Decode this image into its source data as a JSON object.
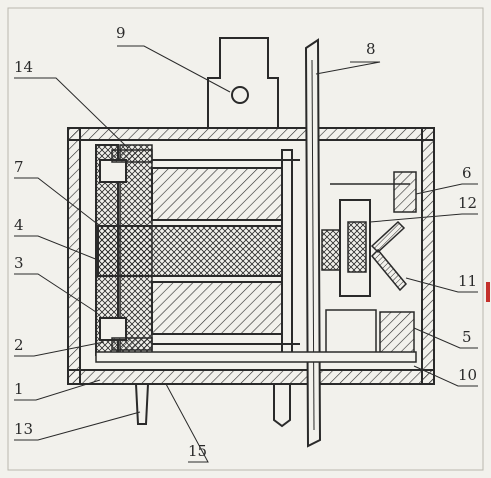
{
  "diagram": {
    "callouts": [
      {
        "id": "c1",
        "text": "1"
      },
      {
        "id": "c2",
        "text": "2"
      },
      {
        "id": "c3",
        "text": "3"
      },
      {
        "id": "c4",
        "text": "4"
      },
      {
        "id": "c5",
        "text": "5"
      },
      {
        "id": "c6",
        "text": "6"
      },
      {
        "id": "c7",
        "text": "7"
      },
      {
        "id": "c8",
        "text": "8"
      },
      {
        "id": "c9",
        "text": "9"
      },
      {
        "id": "c10",
        "text": "10"
      },
      {
        "id": "c11",
        "text": "11"
      },
      {
        "id": "c12",
        "text": "12"
      },
      {
        "id": "c13",
        "text": "13"
      },
      {
        "id": "c14",
        "text": "14"
      },
      {
        "id": "c15",
        "text": "15"
      }
    ],
    "colors": {
      "paper": "#f2f1ec",
      "ink": "#2a2a2a",
      "accent_edge": "#c4302b"
    }
  }
}
